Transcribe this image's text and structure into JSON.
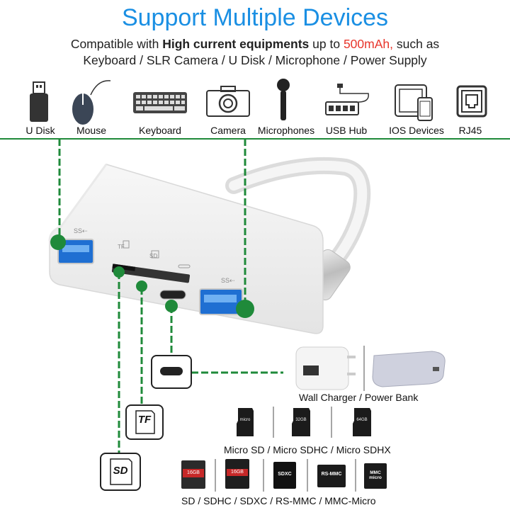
{
  "header": {
    "title": "Support Multiple Devices",
    "line1_prefix": "Compatible with ",
    "line1_bold": "High current equipments",
    "line1_mid": " up to ",
    "line1_highlight": "500mAh,",
    "line1_suffix": " such as",
    "line2": "Keyboard / SLR Camera / U Disk / Microphone / Power Supply"
  },
  "devices": [
    {
      "label": "U Disk",
      "icon": "usb-flash-drive-icon"
    },
    {
      "label": "Mouse",
      "icon": "mouse-icon"
    },
    {
      "label": "Keyboard",
      "icon": "keyboard-icon"
    },
    {
      "label": "Camera",
      "icon": "camera-icon"
    },
    {
      "label": "Microphones",
      "icon": "microphone-icon"
    },
    {
      "label": "USB Hub",
      "icon": "usb-hub-icon"
    },
    {
      "label": "IOS Devices",
      "icon": "ios-devices-icon"
    },
    {
      "label": "RJ45",
      "icon": "rj45-icon"
    }
  ],
  "port_labels": {
    "tf_slot": "TF",
    "sd_slot": "SD"
  },
  "accessories": {
    "charger_caption": "Wall Charger / Power Bank",
    "tf_badge": "TF",
    "micro_caption": "Micro SD / Micro SDHC / Micro SDHX",
    "sd_badge": "SD",
    "sd_caption": "SD / SDHC / SDXC / RS-MMC / MMC-Micro",
    "card_texts": {
      "micro_a": "micro",
      "micro_b": "32GB",
      "micro_c": "64GB",
      "sd_card_a": "16GB",
      "sd_card_b": "16GB",
      "sdxc": "SDXC",
      "rs_mmc": "RS-MMC",
      "mmc_micro": "MMC micro"
    }
  },
  "colors": {
    "title_blue": "#1a8fe3",
    "accent_red": "#e8352b",
    "line_green": "#1f8a3a"
  }
}
